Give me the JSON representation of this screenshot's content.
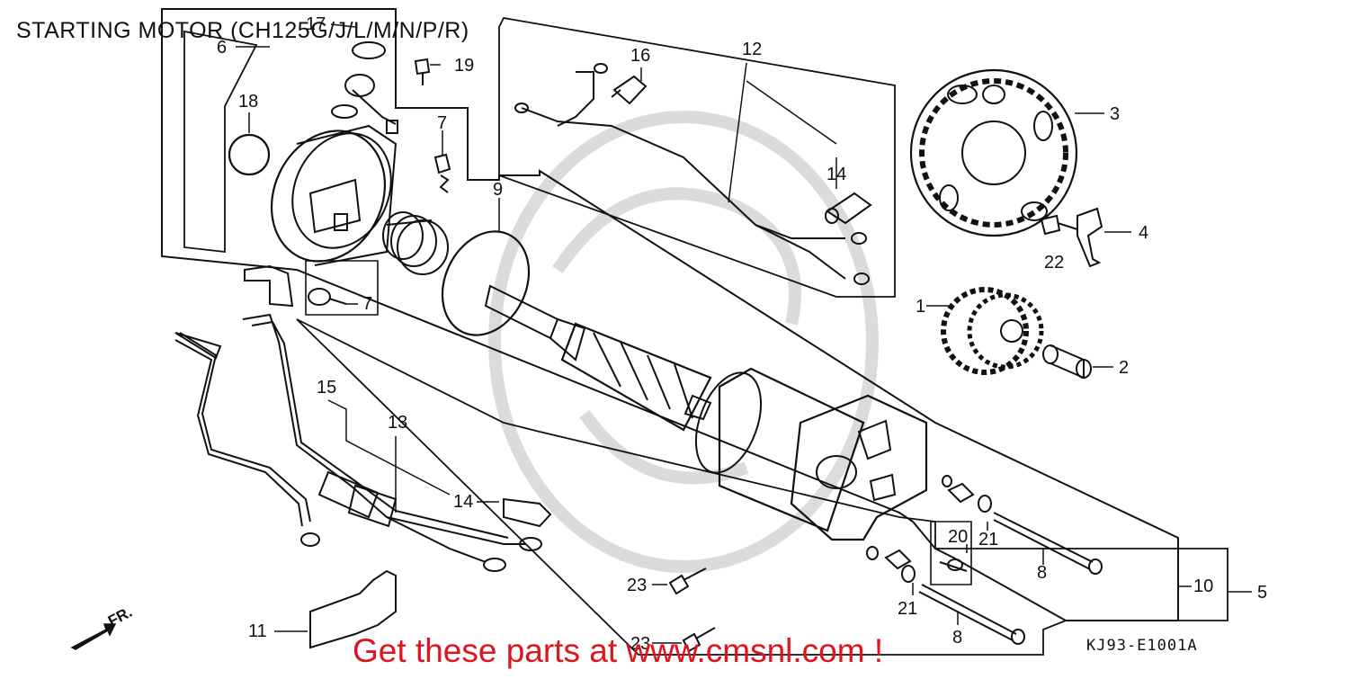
{
  "title": "STARTING MOTOR (CH125G/J/L/M/N/P/R)",
  "diagram_code": "KJ93-E1001A",
  "banner": "Get these parts at www.cmsnl.com !",
  "direction_label": "FR.",
  "callouts": [
    {
      "id": "c1",
      "text": "1"
    },
    {
      "id": "c2",
      "text": "2"
    },
    {
      "id": "c3",
      "text": "3"
    },
    {
      "id": "c4",
      "text": "4"
    },
    {
      "id": "c5",
      "text": "5"
    },
    {
      "id": "c6",
      "text": "6"
    },
    {
      "id": "c7a",
      "text": "7"
    },
    {
      "id": "c7b",
      "text": "7"
    },
    {
      "id": "c8a",
      "text": "8"
    },
    {
      "id": "c8b",
      "text": "8"
    },
    {
      "id": "c9",
      "text": "9"
    },
    {
      "id": "c10",
      "text": "10"
    },
    {
      "id": "c11",
      "text": "11"
    },
    {
      "id": "c12",
      "text": "12"
    },
    {
      "id": "c13",
      "text": "13"
    },
    {
      "id": "c14a",
      "text": "14"
    },
    {
      "id": "c14b",
      "text": "14"
    },
    {
      "id": "c15",
      "text": "15"
    },
    {
      "id": "c16",
      "text": "16"
    },
    {
      "id": "c17",
      "text": "17"
    },
    {
      "id": "c18",
      "text": "18"
    },
    {
      "id": "c19",
      "text": "19"
    },
    {
      "id": "c20",
      "text": "20"
    },
    {
      "id": "c21a",
      "text": "21"
    },
    {
      "id": "c21b",
      "text": "21"
    },
    {
      "id": "c22",
      "text": "22"
    },
    {
      "id": "c23a",
      "text": "23"
    },
    {
      "id": "c23b",
      "text": "23"
    }
  ]
}
